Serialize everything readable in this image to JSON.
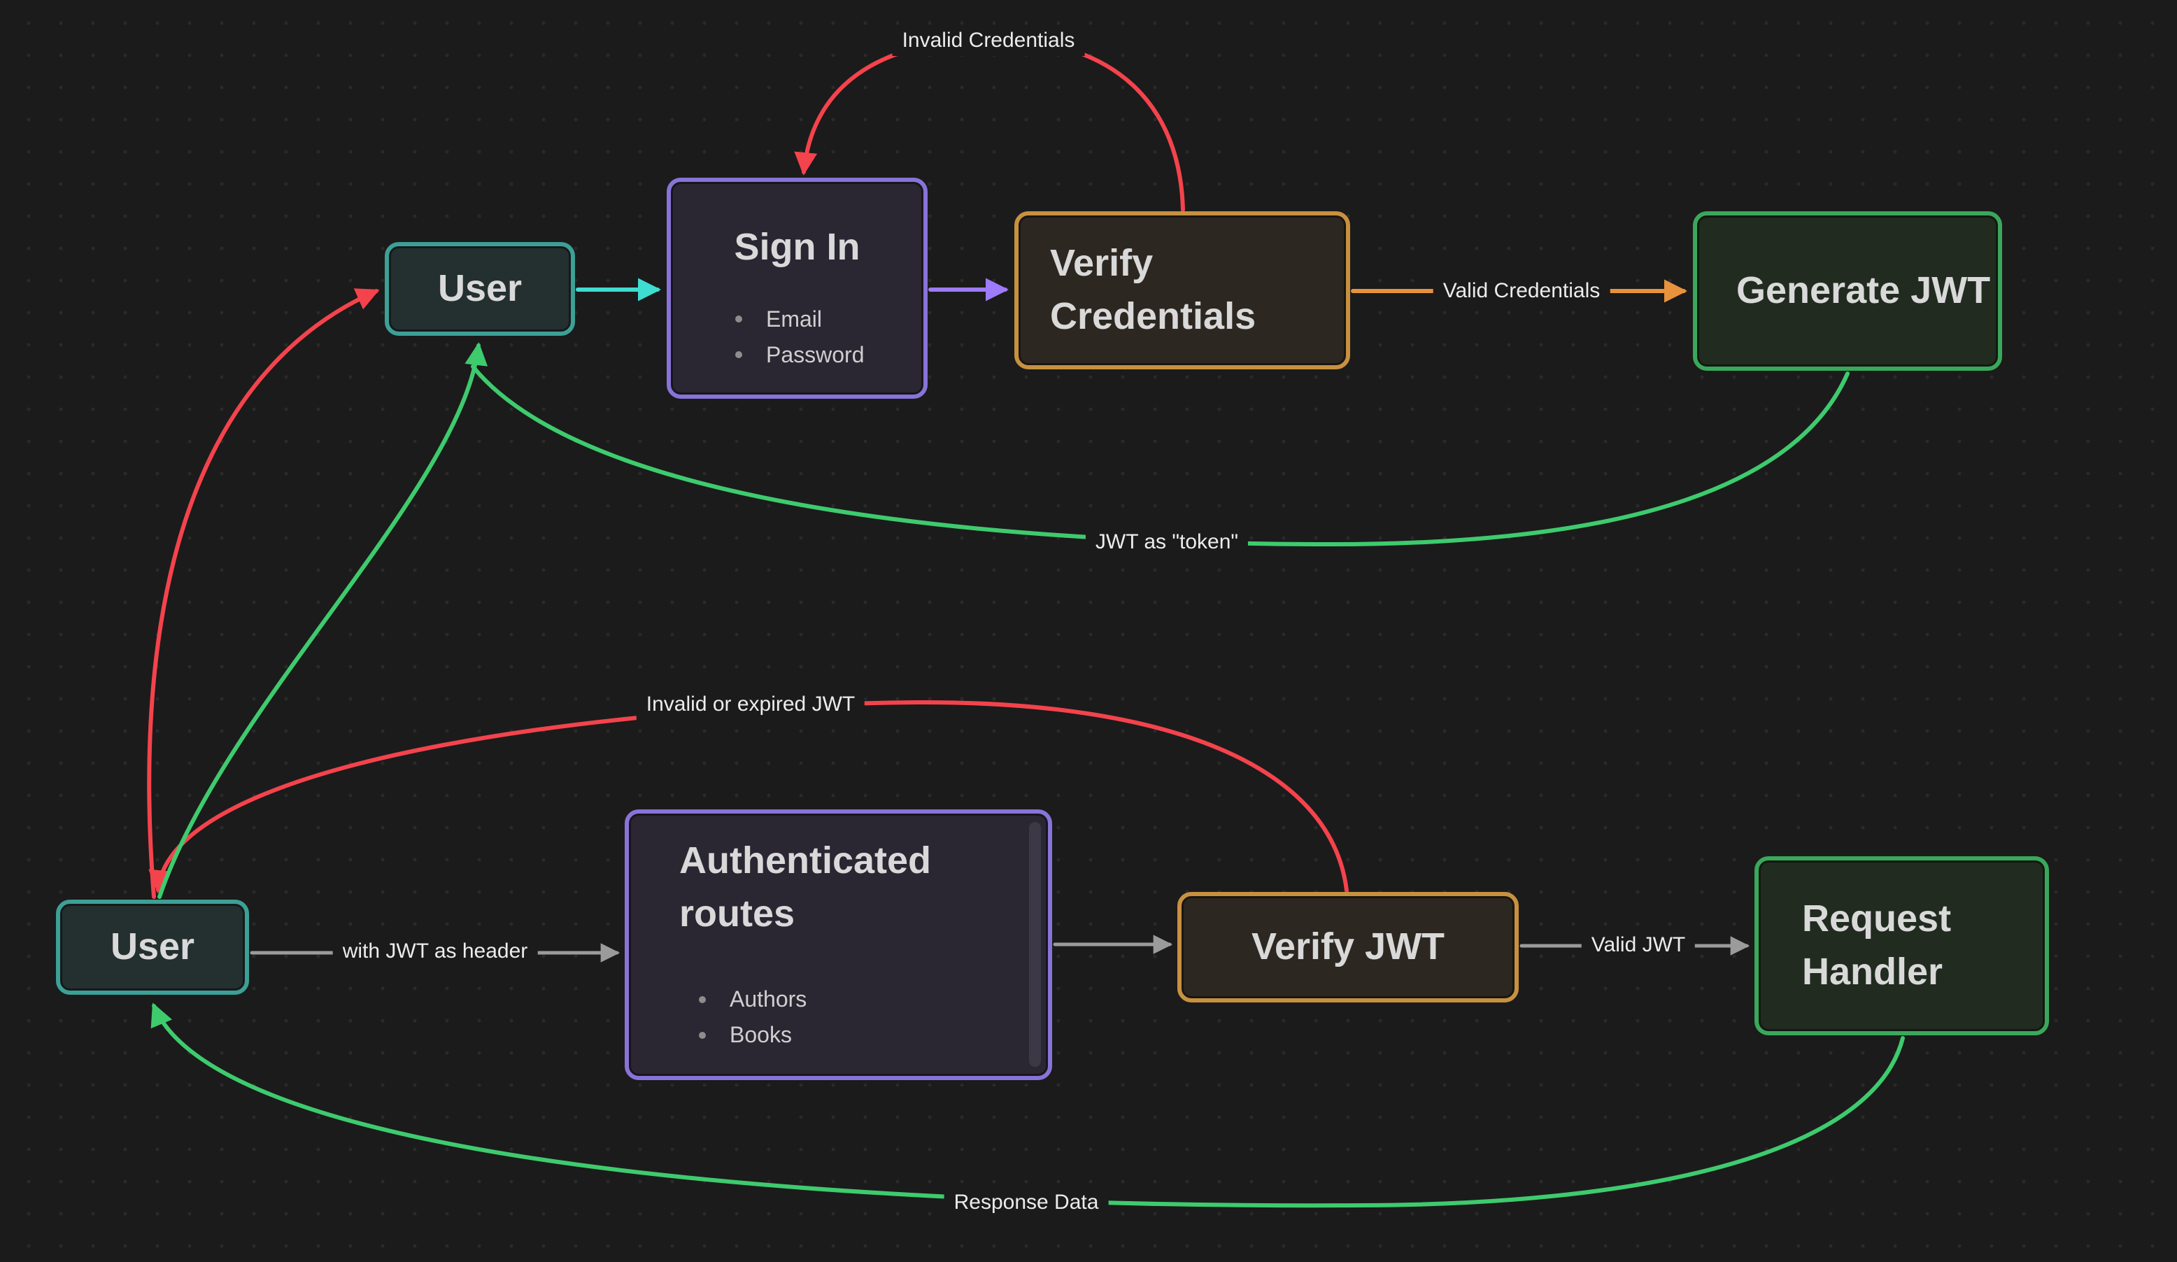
{
  "palette": {
    "background": "#1b1b1b",
    "edge_red": "#f4434c",
    "edge_green": "#3ecb6e",
    "edge_teal": "#3fddd0",
    "edge_purple": "#9d7bfa",
    "edge_orange": "#e8923d",
    "edge_gray": "#9b9b9b",
    "node_teal_border": "#3da096",
    "node_purple_border": "#8874d8",
    "node_orange_border": "#c8913f",
    "node_green_border": "#3aa85b",
    "node_text": "#d9d9d9"
  },
  "nodes": {
    "user_top": {
      "title": "User"
    },
    "sign_in": {
      "title": "Sign In",
      "bullets": [
        "Email",
        "Password"
      ]
    },
    "verify_credentials": {
      "title": "Verify Credentials"
    },
    "generate_jwt": {
      "title": "Generate JWT"
    },
    "user_bottom": {
      "title": "User"
    },
    "authenticated_routes": {
      "title": "Authenticated routes",
      "bullets": [
        "Authors",
        "Books"
      ]
    },
    "verify_jwt": {
      "title": "Verify JWT"
    },
    "request_handler": {
      "title": "Request Handler"
    }
  },
  "edge_labels": {
    "invalid_credentials": "Invalid Credentials",
    "valid_credentials": "Valid Credentials",
    "jwt_as_token": "JWT as \"token\"",
    "invalid_or_expired_jwt": "Invalid or expired JWT",
    "with_jwt_as_header": "with JWT as header",
    "valid_jwt": "Valid JWT",
    "response_data": "Response Data"
  }
}
